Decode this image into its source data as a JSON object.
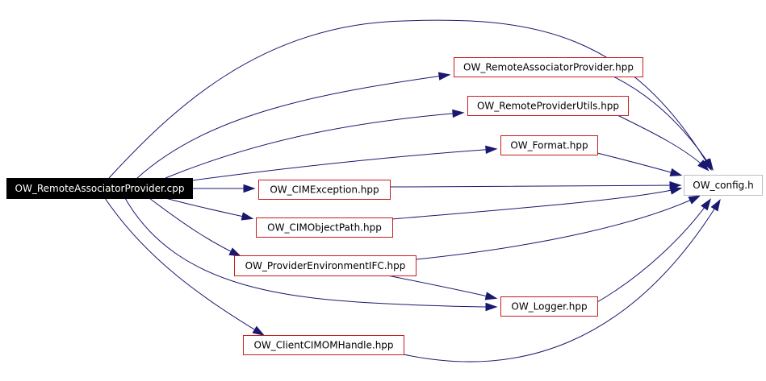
{
  "diagram": {
    "nodes": [
      {
        "id": "root",
        "label": "OW_RemoteAssociatorProvider.cpp",
        "style": "root"
      },
      {
        "id": "rap",
        "label": "OW_RemoteAssociatorProvider.hpp",
        "style": "file"
      },
      {
        "id": "rpu",
        "label": "OW_RemoteProviderUtils.hpp",
        "style": "file"
      },
      {
        "id": "fmt",
        "label": "OW_Format.hpp",
        "style": "file"
      },
      {
        "id": "cex",
        "label": "OW_CIMException.hpp",
        "style": "file"
      },
      {
        "id": "cop",
        "label": "OW_CIMObjectPath.hpp",
        "style": "file"
      },
      {
        "id": "pei",
        "label": "OW_ProviderEnvironmentIFC.hpp",
        "style": "file"
      },
      {
        "id": "log",
        "label": "OW_Logger.hpp",
        "style": "file"
      },
      {
        "id": "cch",
        "label": "OW_ClientCIMOMHandle.hpp",
        "style": "file"
      },
      {
        "id": "cfg",
        "label": "OW_config.h",
        "style": "external"
      }
    ],
    "edges": [
      {
        "from": "root",
        "to": "cfg"
      },
      {
        "from": "root",
        "to": "rap"
      },
      {
        "from": "root",
        "to": "rpu"
      },
      {
        "from": "root",
        "to": "fmt"
      },
      {
        "from": "root",
        "to": "cex"
      },
      {
        "from": "root",
        "to": "cop"
      },
      {
        "from": "root",
        "to": "pei"
      },
      {
        "from": "root",
        "to": "log"
      },
      {
        "from": "root",
        "to": "cch"
      },
      {
        "from": "rap",
        "to": "cfg"
      },
      {
        "from": "rpu",
        "to": "cfg"
      },
      {
        "from": "fmt",
        "to": "cfg"
      },
      {
        "from": "cex",
        "to": "cfg"
      },
      {
        "from": "cop",
        "to": "cfg"
      },
      {
        "from": "pei",
        "to": "cfg"
      },
      {
        "from": "pei",
        "to": "log"
      },
      {
        "from": "log",
        "to": "cfg"
      },
      {
        "from": "cch",
        "to": "cfg"
      }
    ]
  },
  "colors": {
    "edge": "#191970",
    "node_border": "#c81e1e",
    "root_fill": "#000000",
    "root_text": "#ffffff",
    "external_border": "#bfbfbf",
    "text": "#000000"
  }
}
